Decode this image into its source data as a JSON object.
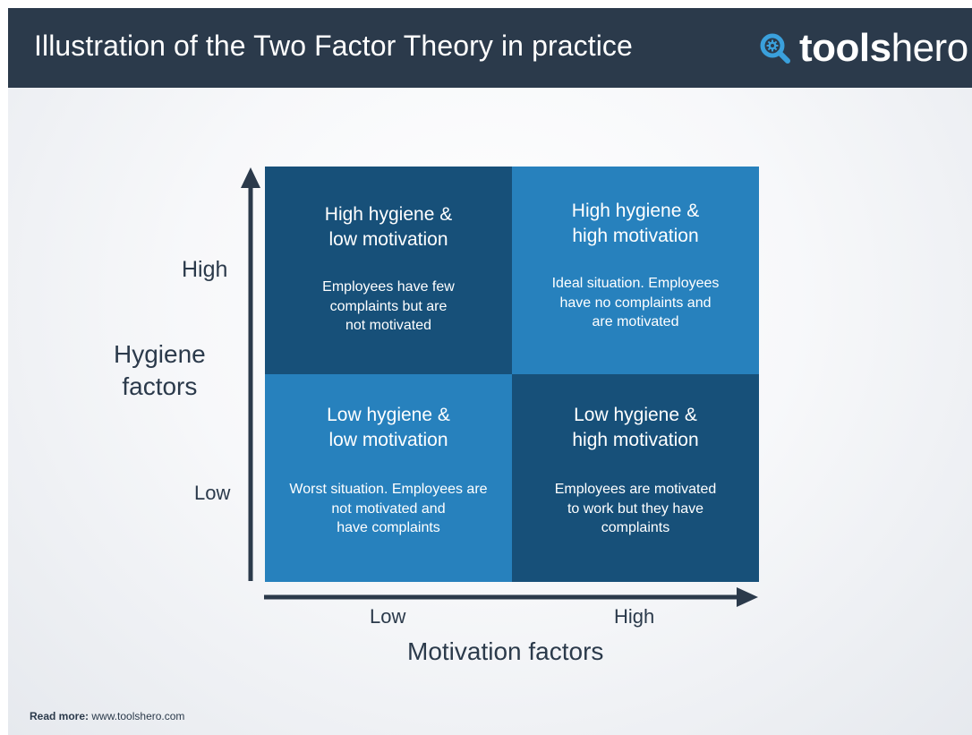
{
  "header": {
    "title": "Illustration of the Two Factor Theory in practice",
    "logo_bold": "tools",
    "logo_light": "hero",
    "logo_icon": "magnifier-gear-icon"
  },
  "matrix": {
    "top_left": {
      "title_line1": "High hygiene &",
      "title_line2": "low motivation",
      "desc_line1": "Employees have few",
      "desc_line2": "complaints but are",
      "desc_line3": "not motivated"
    },
    "top_right": {
      "title_line1": "High hygiene &",
      "title_line2": "high motivation",
      "desc_line1": "Ideal situation. Employees",
      "desc_line2": "have no complaints and",
      "desc_line3": "are motivated"
    },
    "bottom_left": {
      "title_line1": "Low hygiene &",
      "title_line2": "low motivation",
      "desc_line1": "Worst situation. Employees are",
      "desc_line2": "not motivated and",
      "desc_line3": "have complaints"
    },
    "bottom_right": {
      "title_line1": "Low hygiene &",
      "title_line2": "high motivation",
      "desc_line1": "Employees are motivated",
      "desc_line2": "to work but they have",
      "desc_line3": "complaints"
    }
  },
  "axes": {
    "y_title_line1": "Hygiene",
    "y_title_line2": "factors",
    "y_high": "High",
    "y_low": "Low",
    "x_title": "Motivation factors",
    "x_low": "Low",
    "x_high": "High"
  },
  "footer": {
    "label": "Read more:",
    "url": "www.toolshero.com"
  },
  "colors": {
    "header_bg": "#2b3a4b",
    "dark_cell": "#175079",
    "light_cell": "#2781bd",
    "axis": "#2b3a4b"
  }
}
